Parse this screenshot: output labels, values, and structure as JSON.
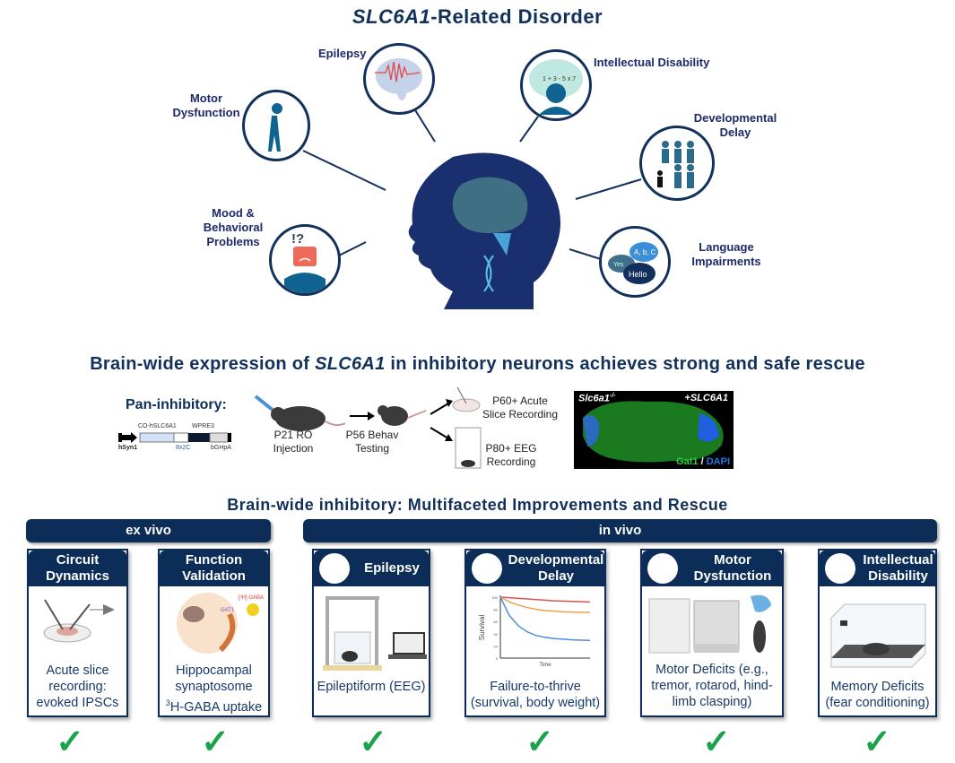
{
  "top": {
    "title_italic": "SLC6A1",
    "title_rest": "-Related Disorder",
    "symptoms": [
      {
        "id": "epilepsy",
        "label": "Epilepsy"
      },
      {
        "id": "intellectual",
        "label": "Intellectual Disability"
      },
      {
        "id": "motor",
        "label": "Motor Dysfunction"
      },
      {
        "id": "developmental",
        "label": "Developmental Delay"
      },
      {
        "id": "mood",
        "label": "Mood & Behavioral Problems"
      },
      {
        "id": "language",
        "label": "Language Impairments"
      }
    ],
    "intellectual_icon_text": "1 + 3 - 5 x 7",
    "language_bubbles": [
      "A, b, C",
      "Yes",
      "Hello"
    ]
  },
  "middle": {
    "title_pre": "Brain-wide expression of ",
    "title_italic": "SLC6A1",
    "title_post": " in inhibitory neurons achieves strong and safe rescue",
    "pan_label": "Pan-inhibitory:",
    "construct": {
      "top_labels": [
        "CO-hSLC6A1",
        "WPRE3"
      ],
      "bottom_labels": [
        "hSyn1",
        "8x2C",
        "bGHpA"
      ]
    },
    "steps": [
      {
        "label": "P21 RO Injection"
      },
      {
        "label": "P56 Behav Testing"
      },
      {
        "label": "P60+ Acute Slice Recording"
      },
      {
        "label": "P80+ EEG Recording"
      }
    ],
    "image_labels": {
      "left": "Slc6a1",
      "left_sup": "-/-",
      "right": "+SLC6A1",
      "stain1": "Gat1",
      "sep": " / ",
      "stain2": "DAPI"
    }
  },
  "bottom": {
    "title": "Brain-wide inhibitory: Multifaceted Improvements and Rescue",
    "groups": [
      {
        "label": "ex vivo"
      },
      {
        "label": "in vivo"
      }
    ],
    "cards": [
      {
        "head": "Circuit Dynamics",
        "body": "Acute slice recording: evoked IPSCs",
        "rescued": true
      },
      {
        "head": "Function Validation",
        "body_sup": "3",
        "body": "Hippocampal synaptosome",
        "body_line3": "H-GABA uptake",
        "rescued": true
      },
      {
        "head": "Epilepsy",
        "body": "Epileptiform (EEG)",
        "rescued": true
      },
      {
        "head": "Developmental Delay",
        "body": "Failure-to-thrive (survival, body weight)",
        "rescued": true
      },
      {
        "head": "Motor Dysfunction",
        "body": "Motor Deficits (e.g., tremor, rotarod, hind-limb clasping)",
        "rescued": true
      },
      {
        "head": "Intellectual Disability",
        "body": "Memory Deficits (fear conditioning)",
        "rescued": true
      }
    ],
    "gaba_label": "[³H] GABA",
    "gat_label": "GAT1",
    "check_glyph": "✓"
  },
  "chart_data": {
    "type": "line",
    "title": "",
    "xlabel": "Time",
    "ylabel": "Survival",
    "ylim": [
      0,
      100
    ],
    "yticks": [
      0,
      20,
      40,
      60,
      80,
      100
    ],
    "x": [
      0,
      1,
      2,
      3,
      4,
      5,
      6,
      7,
      8,
      9,
      10
    ],
    "series": [
      {
        "name": "red",
        "color": "#d9534f",
        "values": [
          100,
          99,
          98,
          97,
          96,
          95,
          94,
          93.5,
          93,
          92.5,
          92
        ]
      },
      {
        "name": "orange",
        "color": "#f0a050",
        "values": [
          100,
          92,
          87,
          83,
          80,
          78,
          77,
          76,
          75.5,
          75,
          75
        ]
      },
      {
        "name": "blue",
        "color": "#4a90d9",
        "values": [
          100,
          70,
          53,
          43,
          37,
          34,
          32,
          31,
          30,
          29.5,
          29
        ]
      }
    ]
  },
  "colors": {
    "navy": "#0b2d57",
    "check": "#1aa34a",
    "green_stain": "#2ecc40",
    "blue_stain": "#1f7ae0"
  }
}
